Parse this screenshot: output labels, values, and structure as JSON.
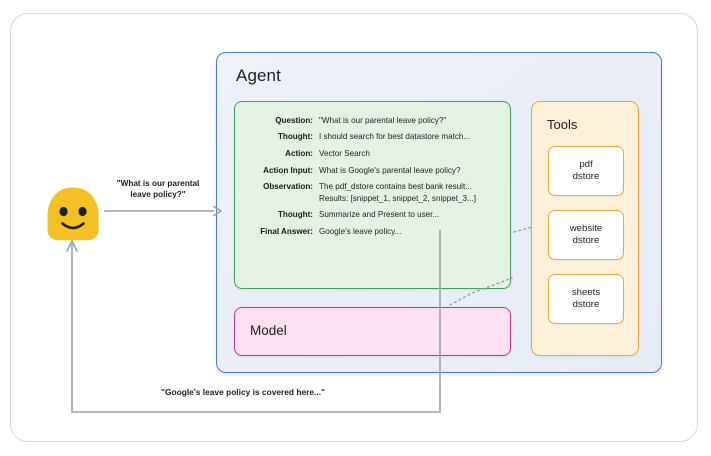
{
  "agent": {
    "title": "Agent",
    "trace": {
      "rows": [
        {
          "label": "Question:",
          "value": "\"What is our parental leave policy?\""
        },
        {
          "label": "Thought:",
          "value": "I should search for best datastore match..."
        },
        {
          "label": "Action:",
          "value": "Vector Search"
        },
        {
          "label": "Action Input:",
          "value": "What is Google's parental leave policy?"
        },
        {
          "label": "Observation:",
          "value": "The pdf_dstore contains best bank result...",
          "value2": "Results: [snippet_1, snippet_2, snippet_3...]"
        },
        {
          "label": "Thought:",
          "value": "Summarize and Present to user..."
        },
        {
          "label": "Final Answer:",
          "value": "Google's leave policy..."
        }
      ]
    },
    "model": {
      "title": "Model"
    },
    "tools": {
      "title": "Tools",
      "items": [
        {
          "line1": "pdf",
          "line2": "dstore"
        },
        {
          "line1": "website",
          "line2": "dstore"
        },
        {
          "line1": "sheets",
          "line2": "dstore"
        }
      ]
    }
  },
  "flow": {
    "request_label_line1": "\"What is our parental",
    "request_label_line2": "leave policy?\"",
    "return_label": "\"Google's leave policy is covered here...\""
  },
  "colors": {
    "agent_border": "#4c7ac9",
    "trace_border": "#4a9b5e",
    "trace_fill": "#e4f2e4",
    "model_border": "#c2348e",
    "model_fill": "#fcdff0",
    "tools_border": "#e8a93c",
    "tools_fill": "#fcf0d9",
    "avatar": "#f5c026",
    "arrow": "#9aa0a6"
  }
}
